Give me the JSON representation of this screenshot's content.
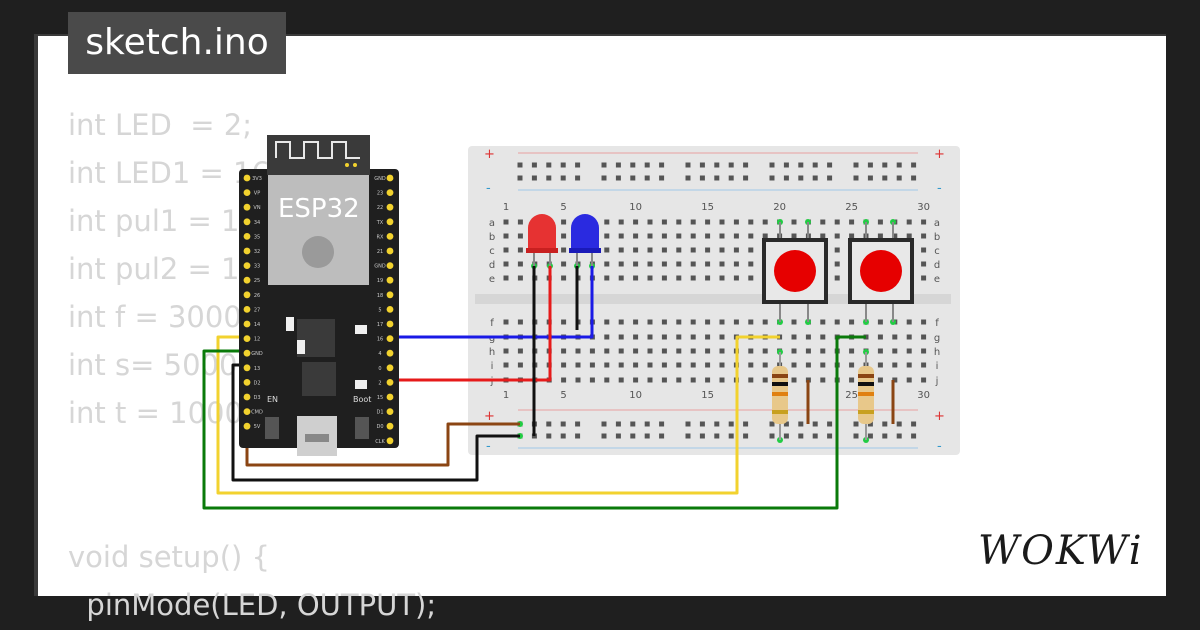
{
  "file_tab": {
    "label": "sketch.ino"
  },
  "code_lines": [
    "int LED  = 2;",
    "int LED1 = 16",
    "int pul1 = 1:",
    "int pul2 = 14",
    "int f = 3000",
    "int s= 5000",
    "int t = 1000",
    "void setup() {",
    "  pinMode(LED, OUTPUT);"
  ],
  "board": {
    "name": "ESP32",
    "en_label": "EN",
    "boot_label": "Boot",
    "left_pins": [
      "3V3",
      "VP",
      "VN",
      "34",
      "35",
      "32",
      "33",
      "25",
      "26",
      "27",
      "14",
      "12",
      "GND",
      "13",
      "D2",
      "D3",
      "CMD",
      "5V"
    ],
    "right_pins": [
      "GND",
      "23",
      "22",
      "TX",
      "RX",
      "21",
      "GND",
      "19",
      "18",
      "5",
      "17",
      "16",
      "4",
      "0",
      "2",
      "15",
      "D1",
      "D0",
      "CLK"
    ]
  },
  "breadboard": {
    "column_numbers": [
      "1",
      "5",
      "10",
      "15",
      "20",
      "25",
      "30"
    ],
    "rows_top": [
      "a",
      "b",
      "c",
      "d",
      "e"
    ],
    "rows_bottom": [
      "f",
      "g",
      "h",
      "i",
      "j"
    ],
    "rail_plus": "+",
    "rail_minus": "-"
  },
  "wire_colors": {
    "blue": "#1a1ae6",
    "red": "#e61a1a",
    "black": "#111111",
    "brown": "#8b4513",
    "yellow": "#f2d22e",
    "green": "#0a7a0a"
  },
  "logo": {
    "text": "WOKWi"
  }
}
